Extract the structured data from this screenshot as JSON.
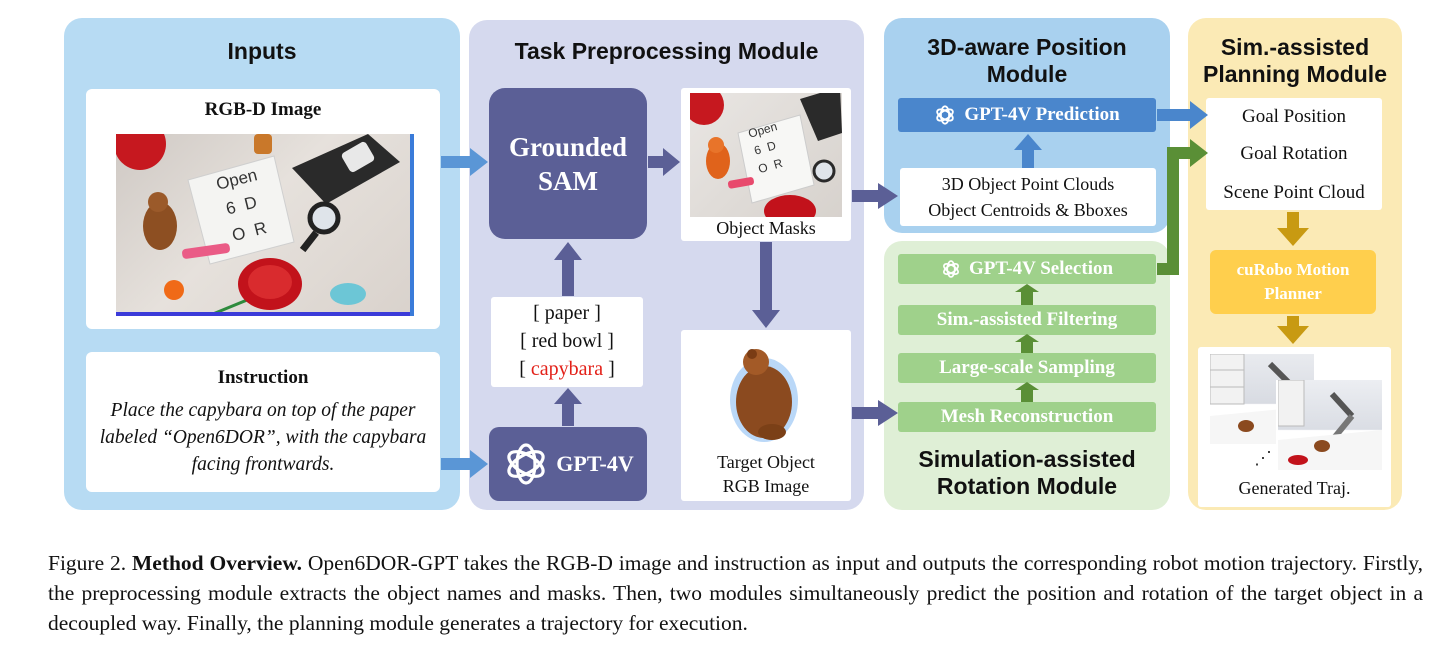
{
  "inputs": {
    "title": "Inputs",
    "rgbd_label": "RGB-D Image",
    "instruction_title": "Instruction",
    "instruction_text": "Place the capybara on top of the paper labeled “Open6DOR”, with the capybara facing frontwards.",
    "photo_text": [
      "Open",
      "6  D",
      "O  R"
    ]
  },
  "preprocess": {
    "title": "Task Preprocessing Module",
    "grounded_sam": "Grounded SAM",
    "gpt4v": "GPT-4V",
    "object_masks": "Object Masks",
    "target_object": "Target Object RGB Image",
    "object_names": [
      "[ paper ]",
      "[ red bowl ]",
      "[ capybara ]"
    ],
    "highlight_color": "#e32119"
  },
  "position": {
    "title": "3D-aware Position Module",
    "prediction": "GPT-4V Prediction",
    "clouds": "3D Object Point Clouds",
    "centroids": "Object Centroids & Bboxes"
  },
  "rotation": {
    "title": "Simulation-assisted Rotation Module",
    "steps": [
      "GPT-4V Selection",
      "Sim.-assisted Filtering",
      "Large-scale Sampling",
      "Mesh Reconstruction"
    ]
  },
  "planning": {
    "title": "Sim.-assisted Planning Module",
    "goal_position": "Goal Position",
    "goal_rotation": "Goal Rotation",
    "scene_cloud": "Scene Point Cloud",
    "planner": "cuRobo Motion Planner",
    "traj": "Generated Traj."
  },
  "caption": {
    "label": "Figure 2.",
    "bold": "Method Overview.",
    "text": "Open6DOR-GPT takes the RGB-D image and instruction as input and outputs the corresponding robot motion trajectory. Firstly, the preprocessing module extracts the object names and masks. Then, two modules simultaneously predict the position and rotation of the target object in a decoupled way. Finally, the planning module generates a trajectory for execution."
  },
  "colors": {
    "inputs_panel": "#b7dbf3",
    "preprocess_panel": "#d5d9ee",
    "position_panel": "#a9d1ef",
    "rotation_panel": "#dfefd6",
    "planning_panel": "#fbeab5",
    "dark_block": "#5b5f96",
    "blue_bar": "#4a86cc",
    "green_bar": "#9fd18b",
    "gold_block": "#ffcf4d"
  }
}
